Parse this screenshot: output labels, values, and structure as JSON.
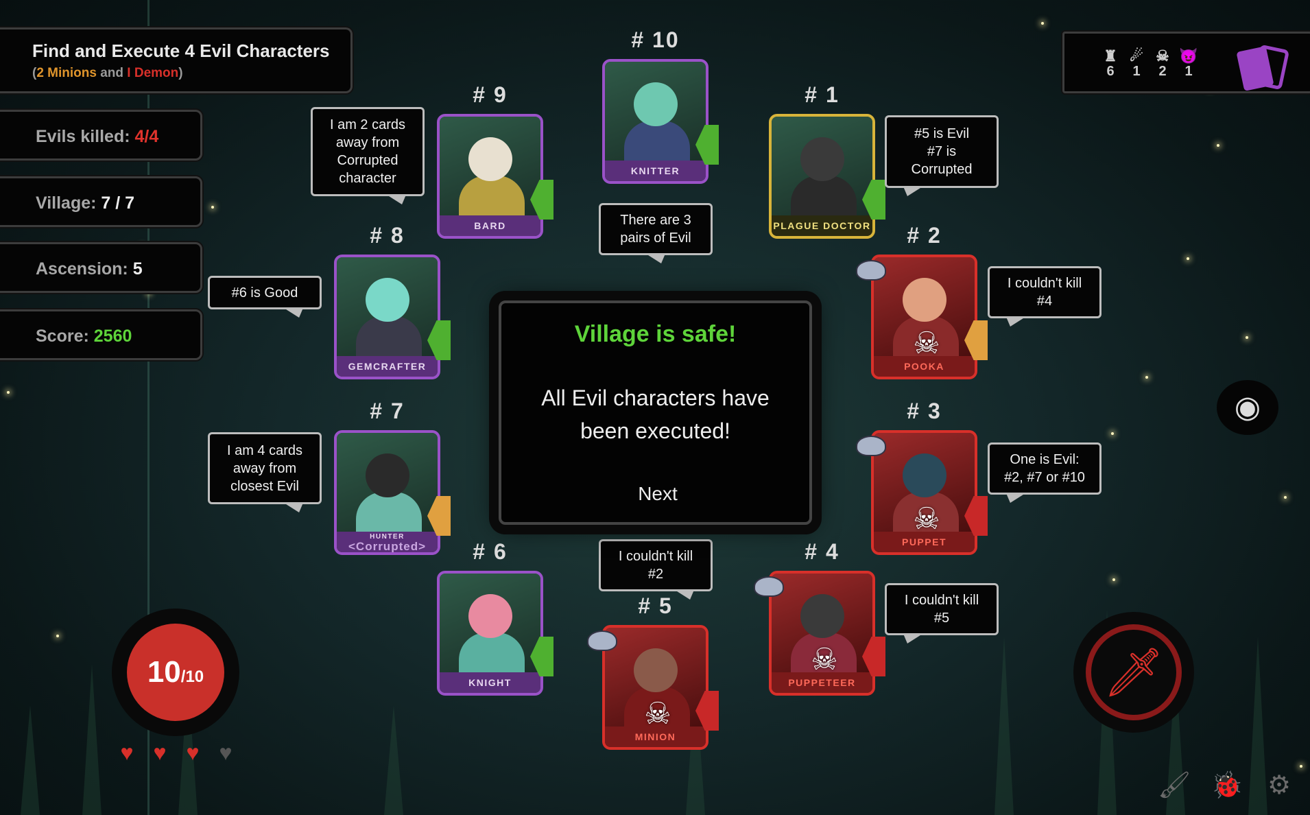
{
  "objective": {
    "title": "Find and Execute 4 Evil Characters",
    "open": "(",
    "minions": "2 Minions",
    "and": "and",
    "demon": "I Demon",
    "close": ")"
  },
  "stats": [
    {
      "label": "Evils killed:",
      "value": "4/4",
      "color": "red"
    },
    {
      "label": "Village:",
      "value": "7 / 7",
      "color": "white"
    },
    {
      "label": "Ascension:",
      "value": "5",
      "color": "white"
    },
    {
      "label": "Score:",
      "value": "2560",
      "color": "green"
    }
  ],
  "counters": [
    {
      "icon": "tower-icon",
      "glyph": "♜",
      "value": "6"
    },
    {
      "icon": "wisp-icon",
      "glyph": "☄",
      "value": "1"
    },
    {
      "icon": "skull-icon",
      "glyph": "☠",
      "value": "2"
    },
    {
      "icon": "demon-icon",
      "glyph": "😈",
      "value": "1"
    }
  ],
  "cards": [
    {
      "num": "# 10",
      "name": "KNITTER",
      "type": "good",
      "tab": "#4fb030"
    },
    {
      "num": "# 9",
      "name": "BARD",
      "type": "good",
      "tab": "#4fb030"
    },
    {
      "num": "# 1",
      "name": "PLAGUE DOCTOR",
      "type": "gold",
      "tab": "#4fb030"
    },
    {
      "num": "# 8",
      "name": "GEMCRAFTER",
      "type": "good",
      "tab": "#4fb030"
    },
    {
      "num": "# 2",
      "name": "POOKA",
      "type": "evil",
      "tab": "#e0a040",
      "dead": true
    },
    {
      "num": "# 7",
      "name": "HUNTER",
      "sub": "<Corrupted>",
      "type": "good",
      "tab": "#e0a040"
    },
    {
      "num": "# 3",
      "name": "PUPPET",
      "type": "evil",
      "tab": "#c82828",
      "dead": true
    },
    {
      "num": "# 6",
      "name": "KNIGHT",
      "type": "good",
      "tab": "#4fb030"
    },
    {
      "num": "# 4",
      "name": "PUPPETEER",
      "type": "evil",
      "tab": "#c82828",
      "dead": true
    },
    {
      "num": "# 5",
      "name": "MINION",
      "type": "evil",
      "tab": "#c82828",
      "dead": true
    }
  ],
  "bubbles": [
    "I am 2 cards\naway from\nCorrupted\ncharacter",
    "There are 3\npairs of Evil",
    "#5 is Evil\n#7 is\nCorrupted",
    "#6 is Good",
    "I couldn't kill\n#4",
    "I am 4 cards\naway from\nclosest Evil",
    "One is Evil:\n#2, #7 or #10",
    "I couldn't kill\n#2",
    "I couldn't kill\n#5"
  ],
  "modal": {
    "title": "Village is safe!",
    "text": "All Evil characters have\nbeen executed!",
    "next": "Next"
  },
  "life": {
    "current": "10",
    "max": "/10"
  },
  "hearts": {
    "filled": 3,
    "total": 4
  },
  "colors": {
    "good": "#9a52c8",
    "evil": "#d8302a",
    "accent_green": "#5ed43a"
  }
}
